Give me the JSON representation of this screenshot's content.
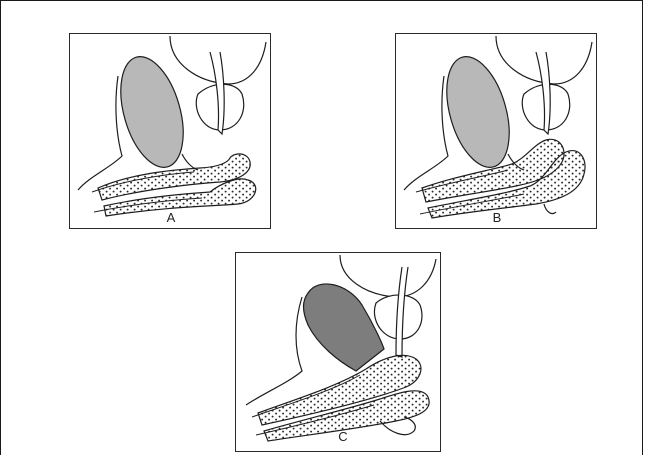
{
  "panels": [
    {
      "id": "A",
      "label": "A"
    },
    {
      "id": "B",
      "label": "B"
    },
    {
      "id": "C",
      "label": "C"
    }
  ],
  "colors": {
    "outline": "#1e1e1e",
    "shaded_organ_light": "#b8b8b8",
    "shaded_organ_dark": "#7d7d7d",
    "stipple": "#2a2a2a"
  }
}
